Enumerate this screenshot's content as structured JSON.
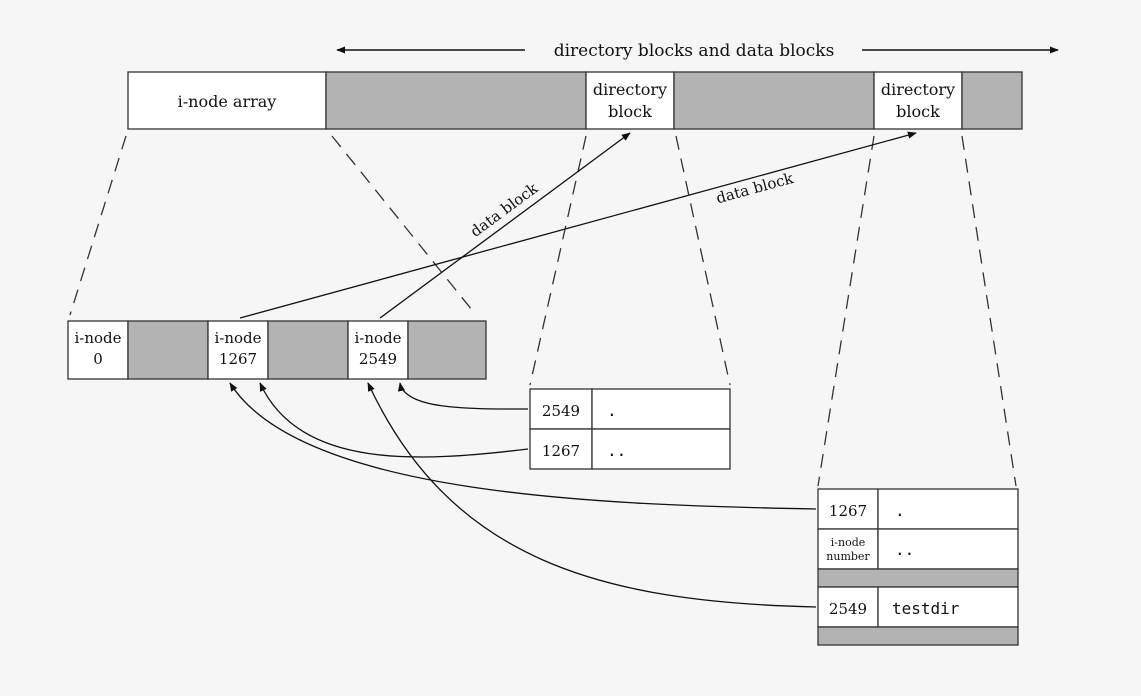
{
  "colors": {
    "background": "#f6f6f6",
    "shaded": "#b3b3b3",
    "cell": "#ffffff",
    "stroke": "#333333"
  },
  "top": {
    "span_label": "directory blocks and data blocks",
    "inode_array": "i-node array",
    "dir_block_line1": "directory",
    "dir_block_line2": "block"
  },
  "inodes": [
    {
      "line1": "i-node",
      "line2": "0"
    },
    {
      "line1": "i-node",
      "line2": "1267"
    },
    {
      "line1": "i-node",
      "line2": "2549"
    }
  ],
  "data_block_label": "data block",
  "dir1": {
    "rows": [
      {
        "inode": "2549",
        "name": "."
      },
      {
        "inode": "1267",
        "name": ".."
      }
    ]
  },
  "dir2": {
    "rows": [
      {
        "inode": "1267",
        "name": "."
      },
      {
        "inode_line1": "i-node",
        "inode_line2": "number",
        "name": ".."
      },
      {
        "inode": "2549",
        "name": "testdir"
      }
    ]
  }
}
